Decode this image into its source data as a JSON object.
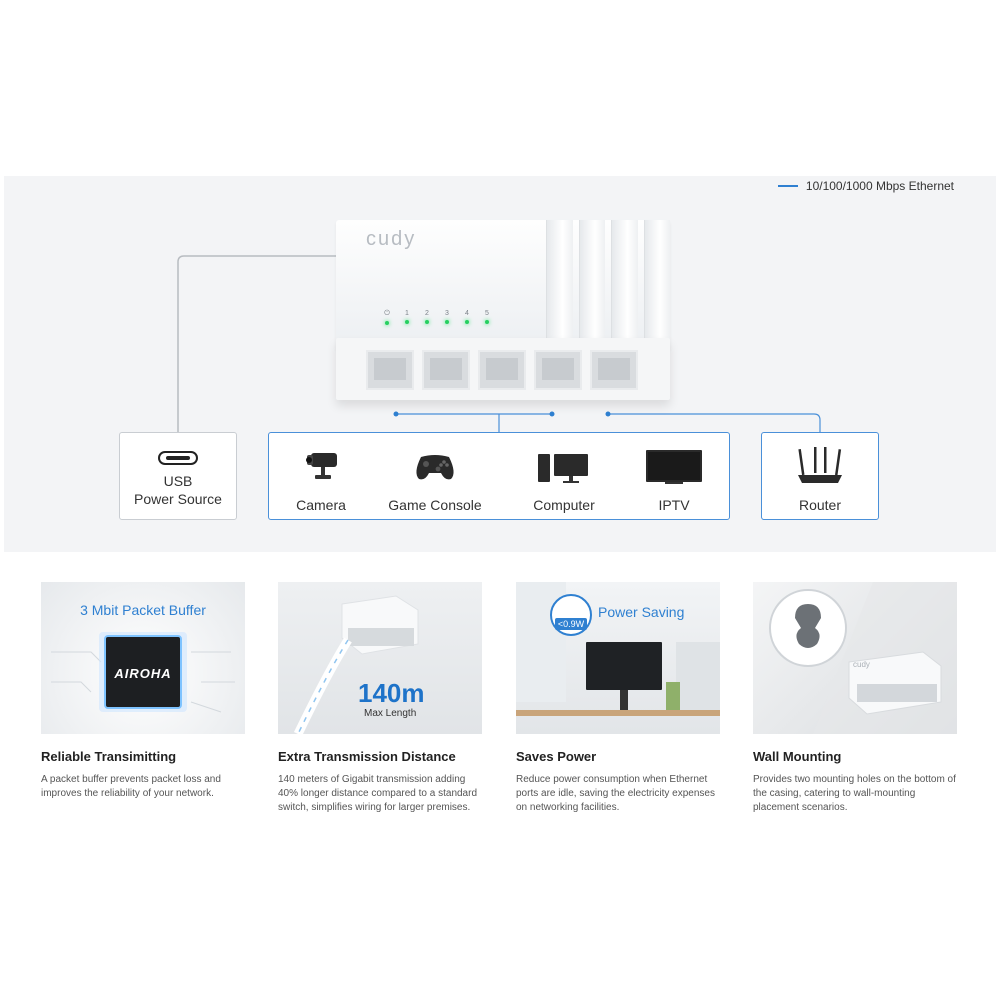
{
  "diagram": {
    "legend_label": "10/100/1000 Mbps Ethernet",
    "colors": {
      "accent": "#2f80d1",
      "led": "#27d060",
      "background": "#f3f4f6"
    },
    "switch": {
      "brand": "cudy",
      "led_labels": [
        "⏻",
        "1",
        "2",
        "3",
        "4",
        "5"
      ],
      "port_count": 5
    },
    "power_box": {
      "icon": "usb-c-port-icon",
      "label_line1": "USB",
      "label_line2": "Power Source"
    },
    "devices": [
      {
        "icon": "camera-icon",
        "label": "Camera"
      },
      {
        "icon": "game-console-icon",
        "label": "Game Console"
      },
      {
        "icon": "computer-icon",
        "label": "Computer"
      },
      {
        "icon": "tv-icon",
        "label": "IPTV"
      }
    ],
    "router_box": {
      "icon": "router-icon",
      "label": "Router"
    }
  },
  "features": [
    {
      "image_text": "3 Mbit Packet Buffer",
      "chip_label": "AIROHA",
      "title": "Reliable Transimitting",
      "description": "A packet buffer prevents packet loss and improves the reliability of your network."
    },
    {
      "image_text": "140m",
      "image_subtext": "Max Length",
      "title": "Extra Transmission Distance",
      "description": "140 meters of Gigabit transmission adding 40% longer distance compared to a standard switch, simplifies wiring for larger premises."
    },
    {
      "image_text": "Power Saving",
      "badge": "<0.9W",
      "title": "Saves Power",
      "description": "Reduce power consumption when Ethernet ports are idle, saving the electricity expenses on networking facilities."
    },
    {
      "brand": "cudy",
      "title": "Wall Mounting",
      "description": "Provides two mounting holes on the bottom of the casing, catering to wall-mounting placement scenarios."
    }
  ]
}
